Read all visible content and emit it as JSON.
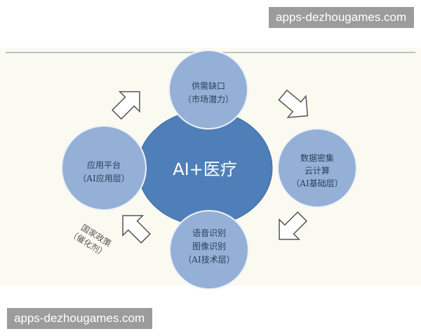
{
  "watermark_top": "apps-dezhougames.com",
  "watermark_bottom": "apps-dezhougames.com",
  "center": {
    "label": "AI+医疗",
    "color": "#4f7fb8"
  },
  "nodes": {
    "top": {
      "line1": "供需缺口",
      "line2": "（市场潜力）"
    },
    "right": {
      "line1": "数据密集",
      "line2": "云计算",
      "line3": "（AI基础层）"
    },
    "bottom": {
      "line1": "语音识别",
      "line2": "图像识别",
      "line3": "（AI技术层）"
    },
    "left": {
      "line1": "应用平台",
      "line2": "（AI应用层）"
    }
  },
  "node_color": "#94b0d6",
  "side_note": {
    "line1": "国家政策",
    "line2": "（催化剂）"
  }
}
